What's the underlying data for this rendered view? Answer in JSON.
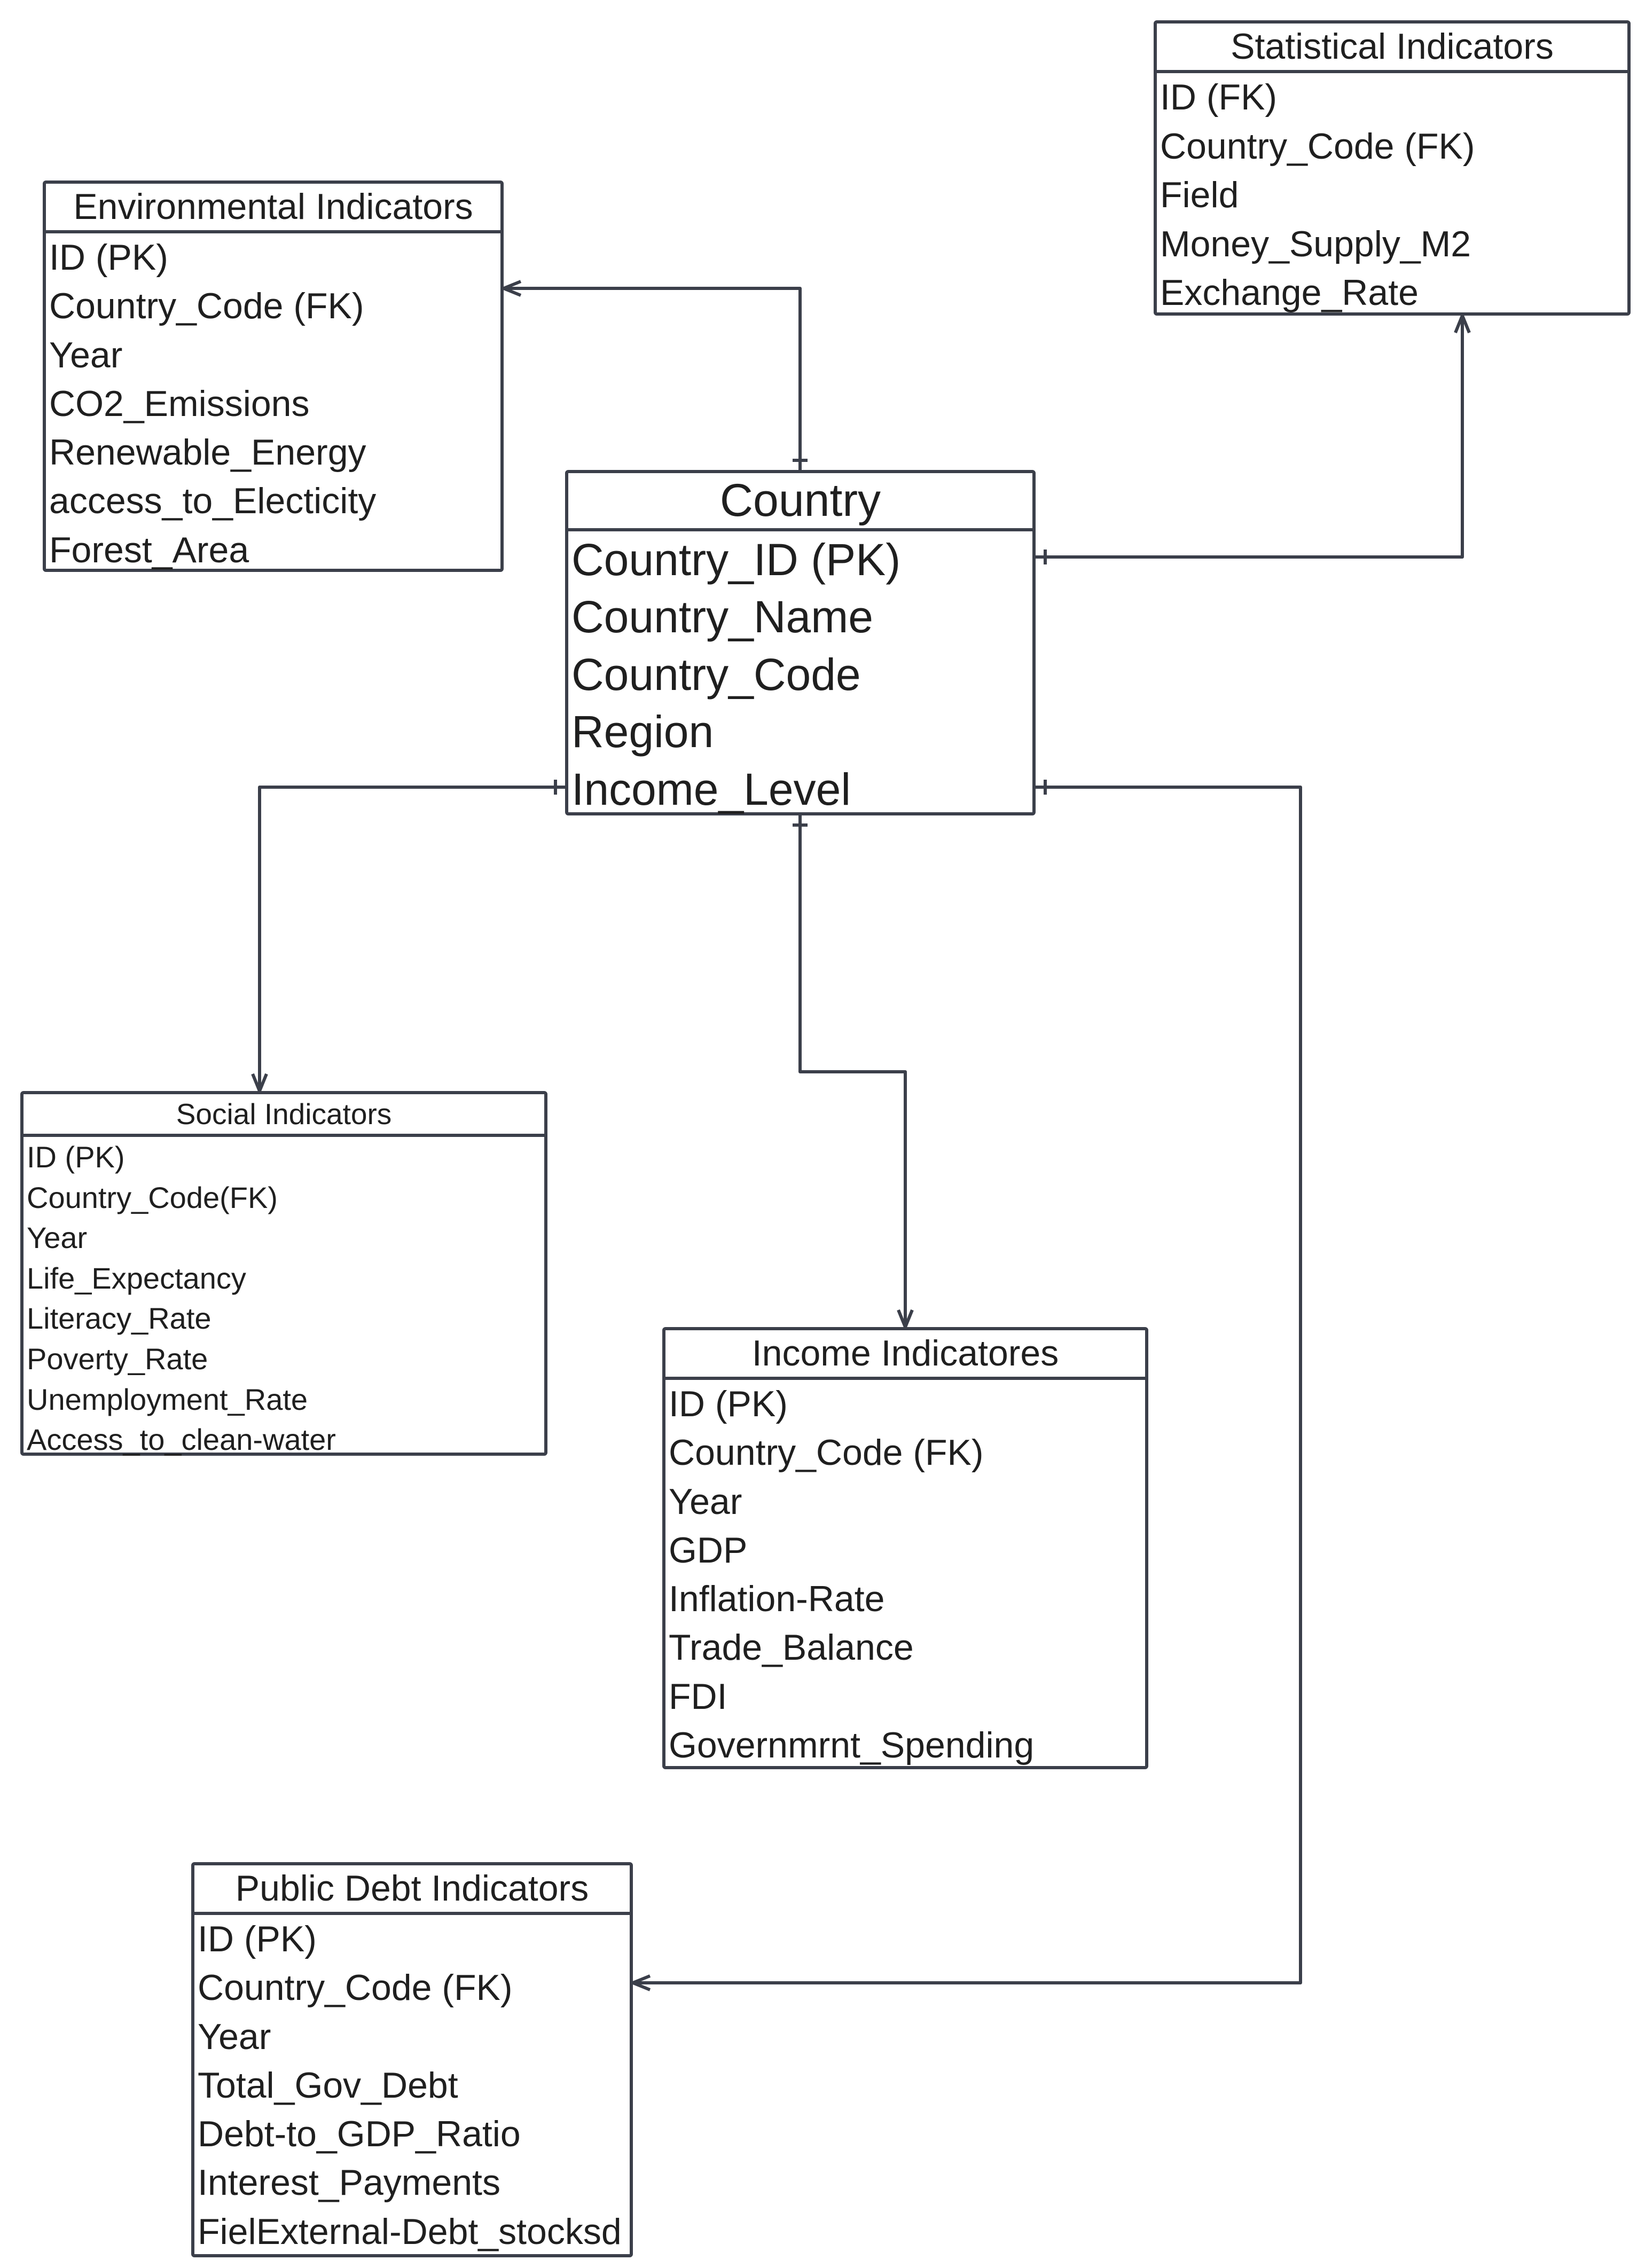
{
  "entities": {
    "statistical": {
      "title": "Statistical Indicators",
      "attributes": [
        "ID (FK)",
        "Country_Code (FK)",
        "Field",
        "Money_Supply_M2",
        "Exchange_Rate"
      ]
    },
    "environmental": {
      "title": "Environmental Indicators",
      "attributes": [
        "ID (PK)",
        "Country_Code (FK)",
        "Year",
        "CO2_Emissions",
        "Renewable_Energy",
        "access_to_Electicity",
        "Forest_Area"
      ]
    },
    "country": {
      "title": "Country",
      "attributes": [
        "Country_ID (PK)",
        "Country_Name",
        "Country_Code",
        "Region",
        "Income_Level"
      ]
    },
    "social": {
      "title": "Social Indicators",
      "attributes": [
        "ID (PK)",
        "Country_Code(FK)",
        "Year",
        "Life_Expectancy",
        "Literacy_Rate",
        "Poverty_Rate",
        "Unemployment_Rate",
        "Access_to_clean-water"
      ]
    },
    "income": {
      "title": "Income Indicatores",
      "attributes": [
        "ID (PK)",
        "Country_Code (FK)",
        "Year",
        "GDP",
        "Inflation-Rate",
        "Trade_Balance",
        "FDI",
        "Governmrnt_Spending"
      ]
    },
    "public_debt": {
      "title": "Public Debt Indicators",
      "attributes": [
        "ID (PK)",
        "Country_Code (FK)",
        "Year",
        "Total_Gov_Debt",
        "Debt-to_GDP_Ratio",
        "Interest_Payments",
        "FielExternal-Debt_stocksd"
      ]
    }
  },
  "relationships": [
    {
      "from": "country",
      "to": "environmental",
      "from_end": "one",
      "to_end": "many"
    },
    {
      "from": "country",
      "to": "statistical",
      "from_end": "one",
      "to_end": "many"
    },
    {
      "from": "country",
      "to": "social",
      "from_end": "one",
      "to_end": "many"
    },
    {
      "from": "country",
      "to": "income",
      "from_end": "one",
      "to_end": "many"
    },
    {
      "from": "country",
      "to": "public_debt",
      "from_end": "one",
      "to_end": "many"
    }
  ],
  "colors": {
    "line": "#3b3f4a",
    "text": "#1f1f1f",
    "background": "#ffffff"
  }
}
